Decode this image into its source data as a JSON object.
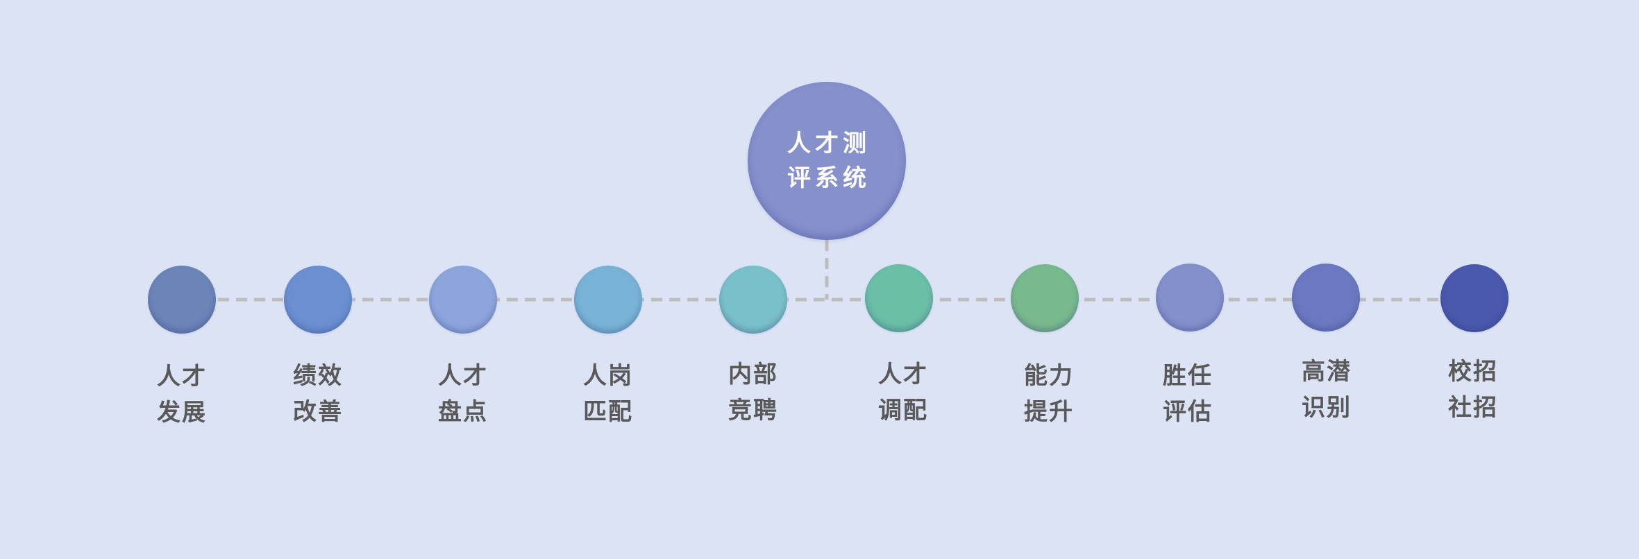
{
  "hub": {
    "line1": "人才测",
    "line2": "评系统",
    "color": "#8690cb"
  },
  "nodes": [
    {
      "line1": "人才",
      "line2": "发展",
      "color": "#6c84b8"
    },
    {
      "line1": "绩效",
      "line2": "改善",
      "color": "#6b90d2"
    },
    {
      "line1": "人才",
      "line2": "盘点",
      "color": "#8ca6dc"
    },
    {
      "line1": "人岗",
      "line2": "匹配",
      "color": "#78b3d5"
    },
    {
      "line1": "内部",
      "line2": "竞聘",
      "color": "#7ac0c9"
    },
    {
      "line1": "人才",
      "line2": "调配",
      "color": "#6bbfa6"
    },
    {
      "line1": "能力",
      "line2": "提升",
      "color": "#79b98e"
    },
    {
      "line1": "胜任",
      "line2": "评估",
      "color": "#8490cb"
    },
    {
      "line1": "高潜",
      "line2": "识别",
      "color": "#6b79c0"
    },
    {
      "line1": "校招",
      "line2": "社招",
      "color": "#4a59ad"
    }
  ],
  "connector_color": "#bdbdbd"
}
